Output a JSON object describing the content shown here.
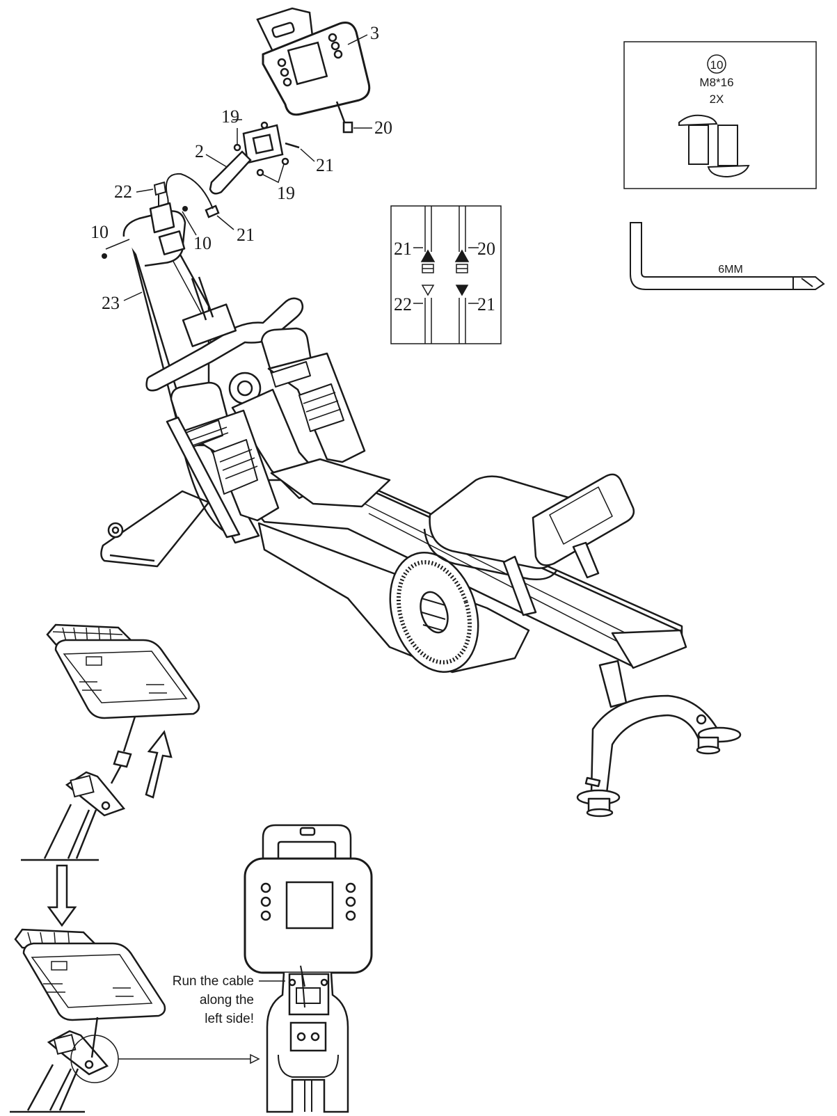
{
  "part_callouts": {
    "p3": "3",
    "p20_top": "20",
    "p19_top": "19",
    "p2": "2",
    "p21_bracket": "21",
    "p19_bottom": "19",
    "p22": "22",
    "p10_left": "10",
    "p10_right": "10",
    "p21_mid": "21",
    "p23": "23"
  },
  "connector_box": {
    "top_left": "21",
    "top_right": "20",
    "bottom_left": "22",
    "bottom_right": "21"
  },
  "hardware_box": {
    "part_number": "10",
    "spec": "M8*16",
    "quantity": "2X"
  },
  "tool": {
    "label": "6MM"
  },
  "instruction": {
    "line1": "Run the cable",
    "line2": "along the",
    "line3": "left side!"
  },
  "colors": {
    "line": "#1a1a1a",
    "fill": "#ffffff"
  }
}
